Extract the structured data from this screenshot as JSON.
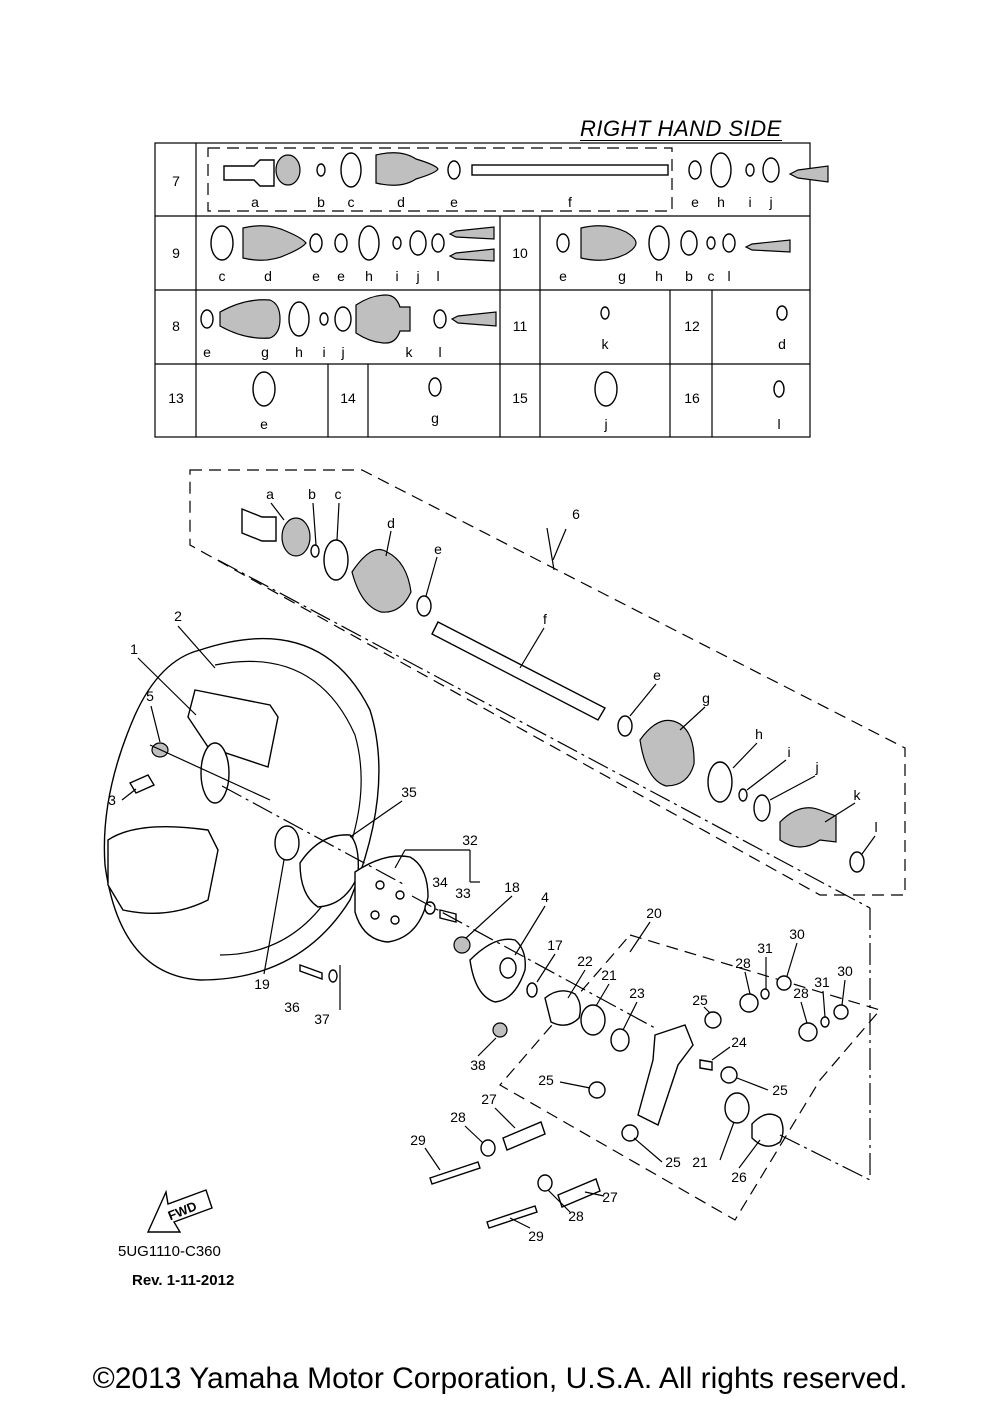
{
  "header": {
    "title": "RIGHT HAND SIDE"
  },
  "table": {
    "rows": [
      {
        "num": "7",
        "letters": [
          "a",
          "b",
          "c",
          "d",
          "e",
          "f",
          "e",
          "h",
          "i",
          "j"
        ]
      },
      {
        "num": "9",
        "letters": [
          "c",
          "d",
          "e",
          "e",
          "h",
          "i",
          "j",
          "l"
        ]
      },
      {
        "num": "10",
        "letters": [
          "e",
          "g",
          "h",
          "b",
          "c",
          "l"
        ]
      },
      {
        "num": "8",
        "letters": [
          "e",
          "g",
          "h",
          "i",
          "j",
          "k",
          "l"
        ]
      },
      {
        "num": "11",
        "letters": [
          "k"
        ]
      },
      {
        "num": "12",
        "letters": [
          "d"
        ]
      },
      {
        "num": "13",
        "letters": [
          "e"
        ]
      },
      {
        "num": "14",
        "letters": [
          "g"
        ]
      },
      {
        "num": "15",
        "letters": [
          "j"
        ]
      },
      {
        "num": "16",
        "letters": [
          "l"
        ]
      }
    ]
  },
  "callouts": {
    "letters": [
      "a",
      "b",
      "c",
      "d",
      "e",
      "f",
      "e",
      "g",
      "h",
      "i",
      "j",
      "k",
      "l"
    ],
    "numbers": [
      "6",
      "2",
      "1",
      "5",
      "3",
      "35",
      "32",
      "34",
      "33",
      "18",
      "4",
      "17",
      "19",
      "36",
      "37",
      "38",
      "20",
      "22",
      "21",
      "23",
      "25",
      "28",
      "31",
      "30",
      "28",
      "31",
      "30",
      "24",
      "25",
      "25",
      "27",
      "28",
      "29",
      "25",
      "21",
      "26",
      "27",
      "28",
      "29"
    ]
  },
  "fwd_label": "FWD",
  "footer": {
    "code": "5UG1110-C360",
    "rev": "Rev.  1-11-2012",
    "copyright": "©2013 Yamaha Motor Corporation, U.S.A. All rights reserved."
  }
}
